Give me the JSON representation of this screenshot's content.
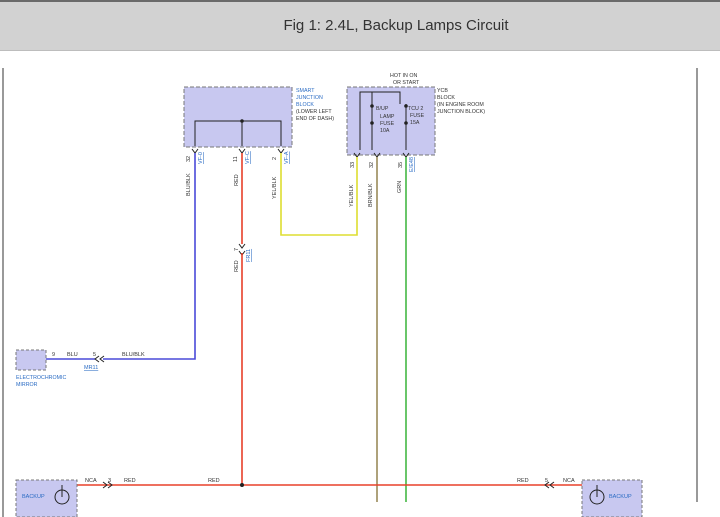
{
  "header": {
    "title": "Fig 1: 2.4L, Backup Lamps Circuit"
  },
  "smart_junction_block": {
    "lines": [
      "SMART",
      "JUNCTION",
      "BLOCK",
      "(LOWER LEFT",
      "END OF DASH)"
    ]
  },
  "ycb_block": {
    "top_label": [
      "HOT IN ON",
      "OR START"
    ],
    "lines": [
      "YCB",
      "BLOCK",
      "(IN ENGINE ROOM",
      "JUNCTION BLOCK)"
    ],
    "fuse_left": [
      "B/UP",
      "LAMP",
      "FUSE",
      "10A"
    ],
    "fuse_right": [
      "TCU 2",
      "FUSE",
      "15A"
    ]
  },
  "sjb_pins": [
    {
      "pin": "32",
      "connector": "VF-0"
    },
    {
      "pin": "11",
      "connector": "VF-C"
    },
    {
      "pin": "2",
      "connector": "VF-A"
    }
  ],
  "ycb_pins": [
    {
      "pin": "33",
      "connector": ""
    },
    {
      "pin": "32",
      "connector": ""
    },
    {
      "pin": "35",
      "connector": "E/E48"
    }
  ],
  "wires": {
    "blu_blk": "BLU/BLK",
    "red": "RED",
    "yel_blk_left": "YEL/BLK",
    "yel_blk_right": "YEL/BLK",
    "brn_blk": "BRN/BLK",
    "grn": "GRN",
    "blu": "BLU",
    "red_lower": "RED",
    "red_bottom_mid": "RED",
    "red_bottom_left": "RED",
    "red_bottom_right": "RED"
  },
  "inline_connector": {
    "pin": "7",
    "connector": "FR11"
  },
  "mirror": {
    "pin_component": "9",
    "pin_connector": "5",
    "connector": "MR11",
    "lines": [
      "ELECTROCHROMIC",
      "MIRROR"
    ]
  },
  "bottom": {
    "left_label": "BACKUP",
    "right_label": "BACKUP",
    "left_nca": "NCA",
    "left_pin": "3",
    "right_nca": "NCA",
    "right_pin": "5"
  },
  "colors": {
    "component_fill": "#c8c8f0",
    "blu_blk_wire": "#4a4ad8",
    "red_wire": "#e8402a",
    "yellow_wire": "#dede30",
    "brown_wire": "#9a8a5a",
    "green_wire": "#44b844",
    "connector_label": "#2b6cc4"
  }
}
